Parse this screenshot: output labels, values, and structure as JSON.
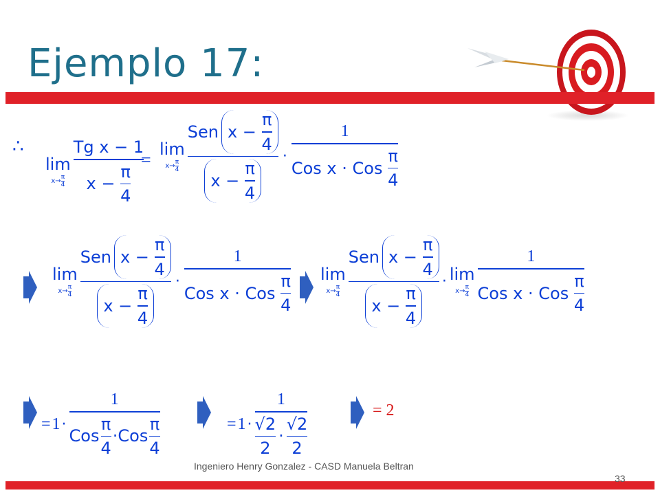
{
  "slide": {
    "title": "Ejemplo 17:",
    "footer": "Ingeniero Henry Gonzalez - CASD Manuela Beltran",
    "page_number": "33",
    "accent_color": "#e02128",
    "title_color": "#1f6f8b",
    "math_color": "#0d3fd6",
    "result_color": "#d81b1b"
  },
  "math": {
    "therefore": "∴",
    "lim": "lim",
    "x": "x",
    "arrow": "→",
    "pi": "π",
    "four": "4",
    "tg": "Tg",
    "sen": "Sen",
    "cos": "Cos",
    "one": "1",
    "minus": "−",
    "equals": "=",
    "cdot": "·",
    "sqrt2": "√2",
    "two": "2",
    "result": "= 2"
  }
}
